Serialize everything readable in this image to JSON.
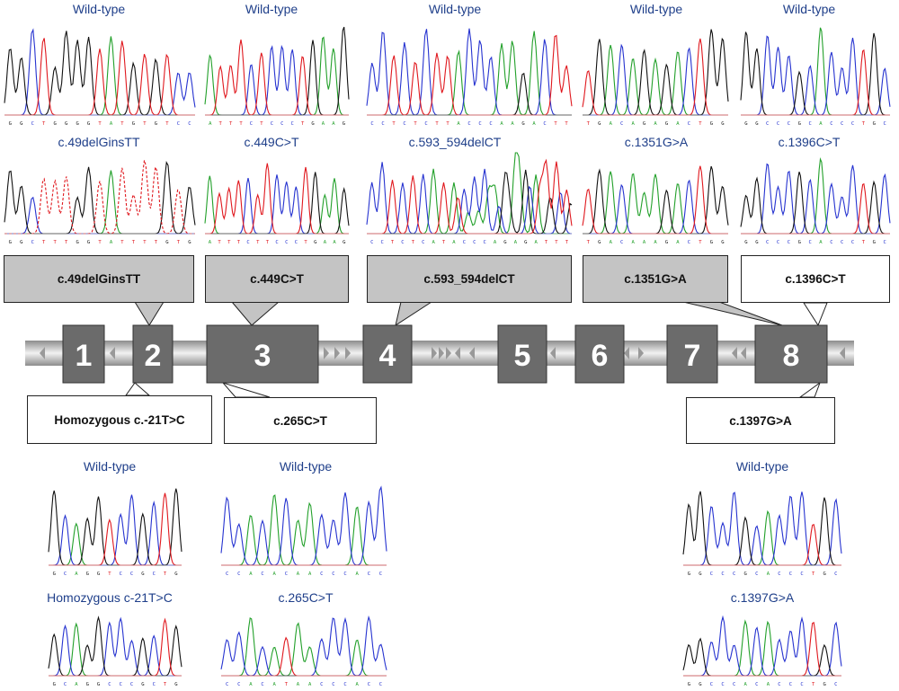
{
  "colors": {
    "A": "#22a02a",
    "C": "#2633d0",
    "G": "#111111",
    "T": "#e0181e",
    "title": "#1f3f8a",
    "exon": "#6b6b6b",
    "callout_grey": "#c4c4c4"
  },
  "top_wild": [
    {
      "title": "Wild-type",
      "seq": "GGCTGGGGTATGTGTCC"
    },
    {
      "title": "Wild-type",
      "seq": "ATTTCTCCCTGAAG"
    },
    {
      "title": "Wild-type",
      "seq": "CCTCTCTTACCCAAGACTT"
    },
    {
      "title": "Wild-type",
      "seq": "TGACAGAGACTGG"
    },
    {
      "title": "Wild-type",
      "seq": "GGCCCGCACCCTGC"
    }
  ],
  "top_mut": [
    {
      "title": "c.49delGinsTT",
      "seq": "GGCTTTGGTATTTTGTG"
    },
    {
      "title": "c.449C>T",
      "seq": "ATTTCTTCCCTGAAG"
    },
    {
      "title": "c.593_594delCT",
      "seq": "CCTCTCATACCCAGAGATTT"
    },
    {
      "title": "c.1351G>A",
      "seq": "TGACAAAGACTGG"
    },
    {
      "title": "c.1396C>T",
      "seq": "GGCCCGCACCCTGC"
    }
  ],
  "bottom": [
    {
      "title": "Wild-type",
      "seq": "GCAGGTCCGCTG"
    },
    {
      "title": "Wild-type",
      "seq": "CCACACAACCCACC"
    },
    {
      "title": "Wild-type",
      "seq": "GGCCCGCACCCTGC"
    },
    {
      "title": "Homozygous c-21T>C",
      "seq": "GCAGGCCCGCTG"
    },
    {
      "title": "c.265C>T",
      "seq": "CCACATAACCCACC"
    },
    {
      "title": "c.1397G>A",
      "seq": "GGCCCACACCCTGC"
    }
  ],
  "callouts": {
    "c1": "c.49delGinsTT",
    "c2": "c.449C>T",
    "c3": "c.593_594delCT",
    "c4": "c.1351G>A",
    "c5": "c.1396C>T",
    "c6": "Homozygous c.-21T>C",
    "c7": "c.265C>T",
    "c8": "c.1397G>A"
  },
  "exons": [
    "1",
    "2",
    "3",
    "4",
    "5",
    "6",
    "7",
    "8"
  ]
}
